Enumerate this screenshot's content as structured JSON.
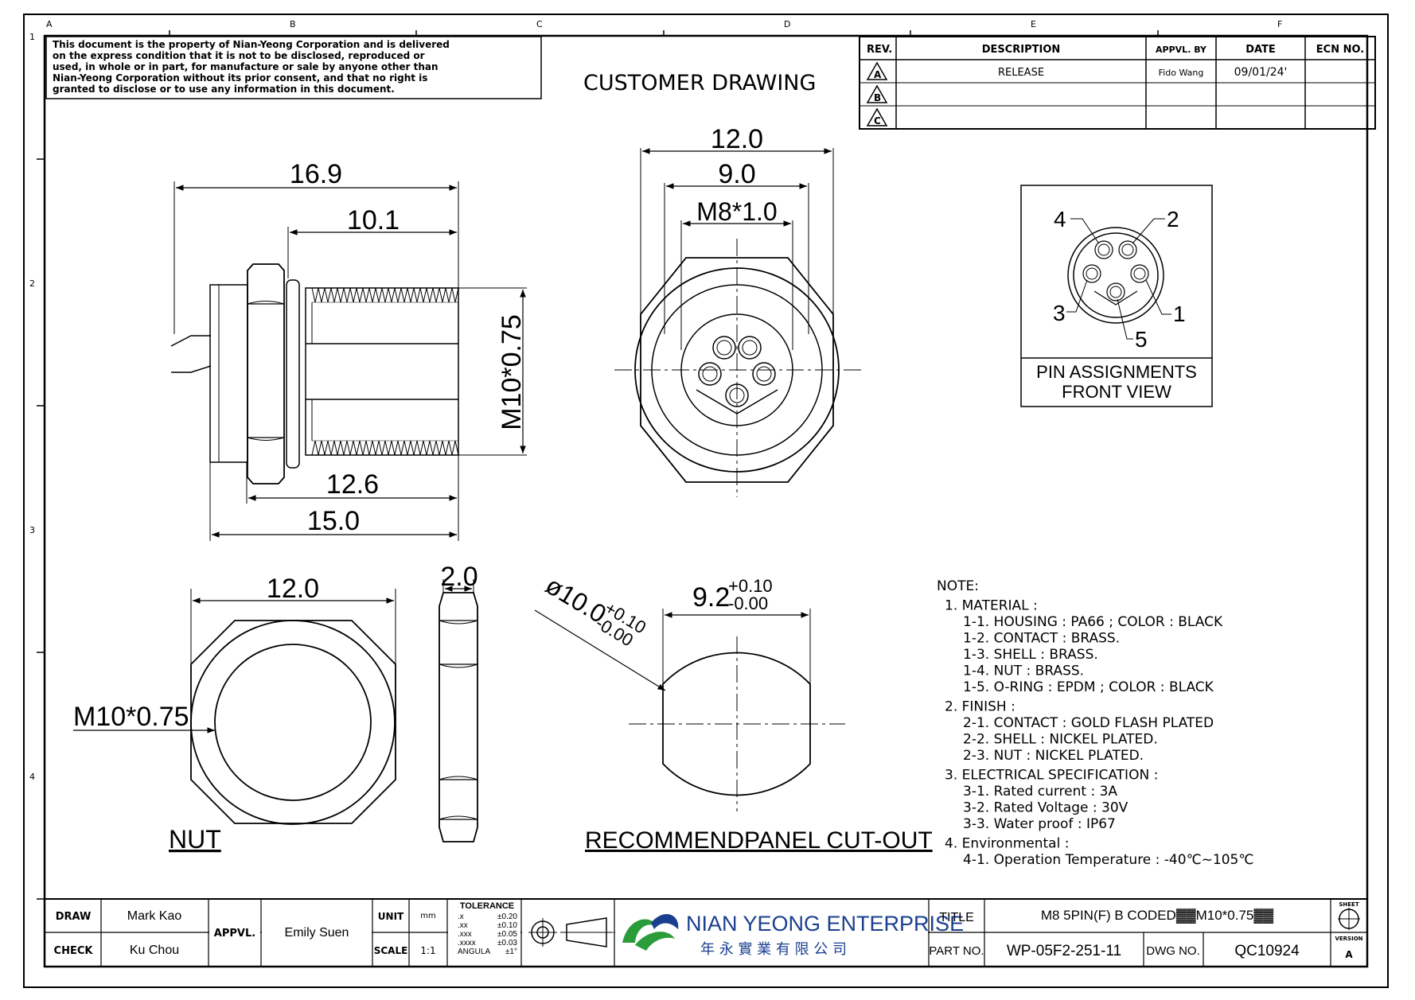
{
  "grid": {
    "columns": [
      "A",
      "B",
      "C",
      "D",
      "E",
      "F"
    ],
    "rows": [
      "1",
      "2",
      "3",
      "4"
    ]
  },
  "notice": [
    "This document is the property of Nian-Yeong Corporation and is delivered",
    "on  the  express condition that it is not to be disclosed, reproduced or",
    "used, in whole or in part, for manufacture or sale by anyone other than",
    "Nian-Yeong Corporation without  its prior consent, and that  no right  is",
    "granted to disclose or to use any information in this  document."
  ],
  "drawing_title": "CUSTOMER  DRAWING",
  "revision_table": {
    "headers": [
      "REV.",
      "DESCRIPTION",
      "APPVL. BY",
      "DATE",
      "ECN NO."
    ],
    "rows": [
      {
        "rev": "A",
        "description": "RELEASE",
        "approved_by": "Fido Wang",
        "date": "09/01/24'",
        "ecn": ""
      },
      {
        "rev": "B",
        "description": "",
        "approved_by": "",
        "date": "",
        "ecn": ""
      },
      {
        "rev": "C",
        "description": "",
        "approved_by": "",
        "date": "",
        "ecn": ""
      }
    ]
  },
  "side_view": {
    "dim_overall": "16.9",
    "dim_thread": "10.1",
    "dim_body": "12.6",
    "dim_total": "15.0",
    "thread_label": "M10*0.75"
  },
  "front_view": {
    "dim_outer": "12.0",
    "dim_inner": "9.0",
    "thread_label": "M8*1.0"
  },
  "pin_assignments": {
    "pins": [
      "1",
      "2",
      "3",
      "4",
      "5"
    ],
    "caption_line1": "PIN ASSIGNMENTS",
    "caption_line2": "FRONT VIEW"
  },
  "nut": {
    "dim_width": "12.0",
    "thread_label": "M10*0.75",
    "label": "NUT",
    "thickness": "2.0"
  },
  "panel_cutout": {
    "width_value": "9.2",
    "width_plus": "+0.10",
    "width_minus": "-0.00",
    "dia_value": "ø10.0",
    "dia_plus": "+0.10",
    "dia_minus": "-0.00",
    "label": "RECOMMENDPANEL  CUT-OUT"
  },
  "notes": [
    {
      "text": "NOTE:",
      "indent": 0
    },
    {
      "text": "1.  MATERIAL  :",
      "indent": 1
    },
    {
      "text": "1-1.  HOUSING  :  PA66  ;  COLOR  :  BLACK",
      "indent": 2
    },
    {
      "text": "1-2.  CONTACT  :  BRASS.",
      "indent": 2
    },
    {
      "text": "1-3.  SHELL  :  BRASS.",
      "indent": 2
    },
    {
      "text": "1-4.  NUT  :  BRASS.",
      "indent": 2
    },
    {
      "text": "1-5.  O-RING  :  EPDM  ;  COLOR  :  BLACK",
      "indent": 2
    },
    {
      "text": "2.  FINISH  :",
      "indent": 1
    },
    {
      "text": "2-1.  CONTACT  :  GOLD  FLASH  PLATED",
      "indent": 2
    },
    {
      "text": "2-2.  SHELL  :  NICKEL  PLATED.",
      "indent": 2
    },
    {
      "text": "2-3.  NUT  :  NICKEL  PLATED.",
      "indent": 2
    },
    {
      "text": "3.  ELECTRICAL  SPECIFICATION  :",
      "indent": 1
    },
    {
      "text": "3-1.  Rated  current  :  3A",
      "indent": 2
    },
    {
      "text": "3-2.  Rated  Voltage  :  30V",
      "indent": 2
    },
    {
      "text": "3-3.  Water  proof  :  IP67",
      "indent": 2
    },
    {
      "text": "4.  Environmental  :",
      "indent": 1
    },
    {
      "text": "4-1.  Operation  Temperature  :  -40℃~105℃",
      "indent": 2
    }
  ],
  "title_block": {
    "draw_label": "DRAW",
    "draw_name": "Mark Kao",
    "check_label": "CHECK",
    "check_name": "Ku Chou",
    "appvl_label": "APPVL.",
    "appvl_name": "Emily Suen",
    "unit_label": "UNIT",
    "unit_value": "mm",
    "scale_label": "SCALE",
    "scale_value": "1:1",
    "tolerance_label": "TOLERANCE",
    "tolerances": [
      {
        "fmt": ".x",
        "val": "±0.20"
      },
      {
        "fmt": ".xx",
        "val": "±0.10"
      },
      {
        "fmt": ".xxx",
        "val": "±0.05"
      },
      {
        "fmt": ".xxxx",
        "val": "±0.03"
      },
      {
        "fmt": "ANGULA",
        "val": "±1°"
      }
    ],
    "company_en": "NIAN YEONG ENTERPRISE",
    "company_zh": "年 永 實 業 有 限 公 司",
    "title_label": "TITLE",
    "title_value": "M8  5PIN(F)  B  CODED▓▓M10*0.75▓▓",
    "part_label": "PART NO.",
    "part_value": "WP-05F2-251-11",
    "dwg_label": "DWG NO.",
    "dwg_value": "QC10924",
    "sheet_label": "SHEET",
    "version_label": "VERSION",
    "version_value": "A"
  }
}
